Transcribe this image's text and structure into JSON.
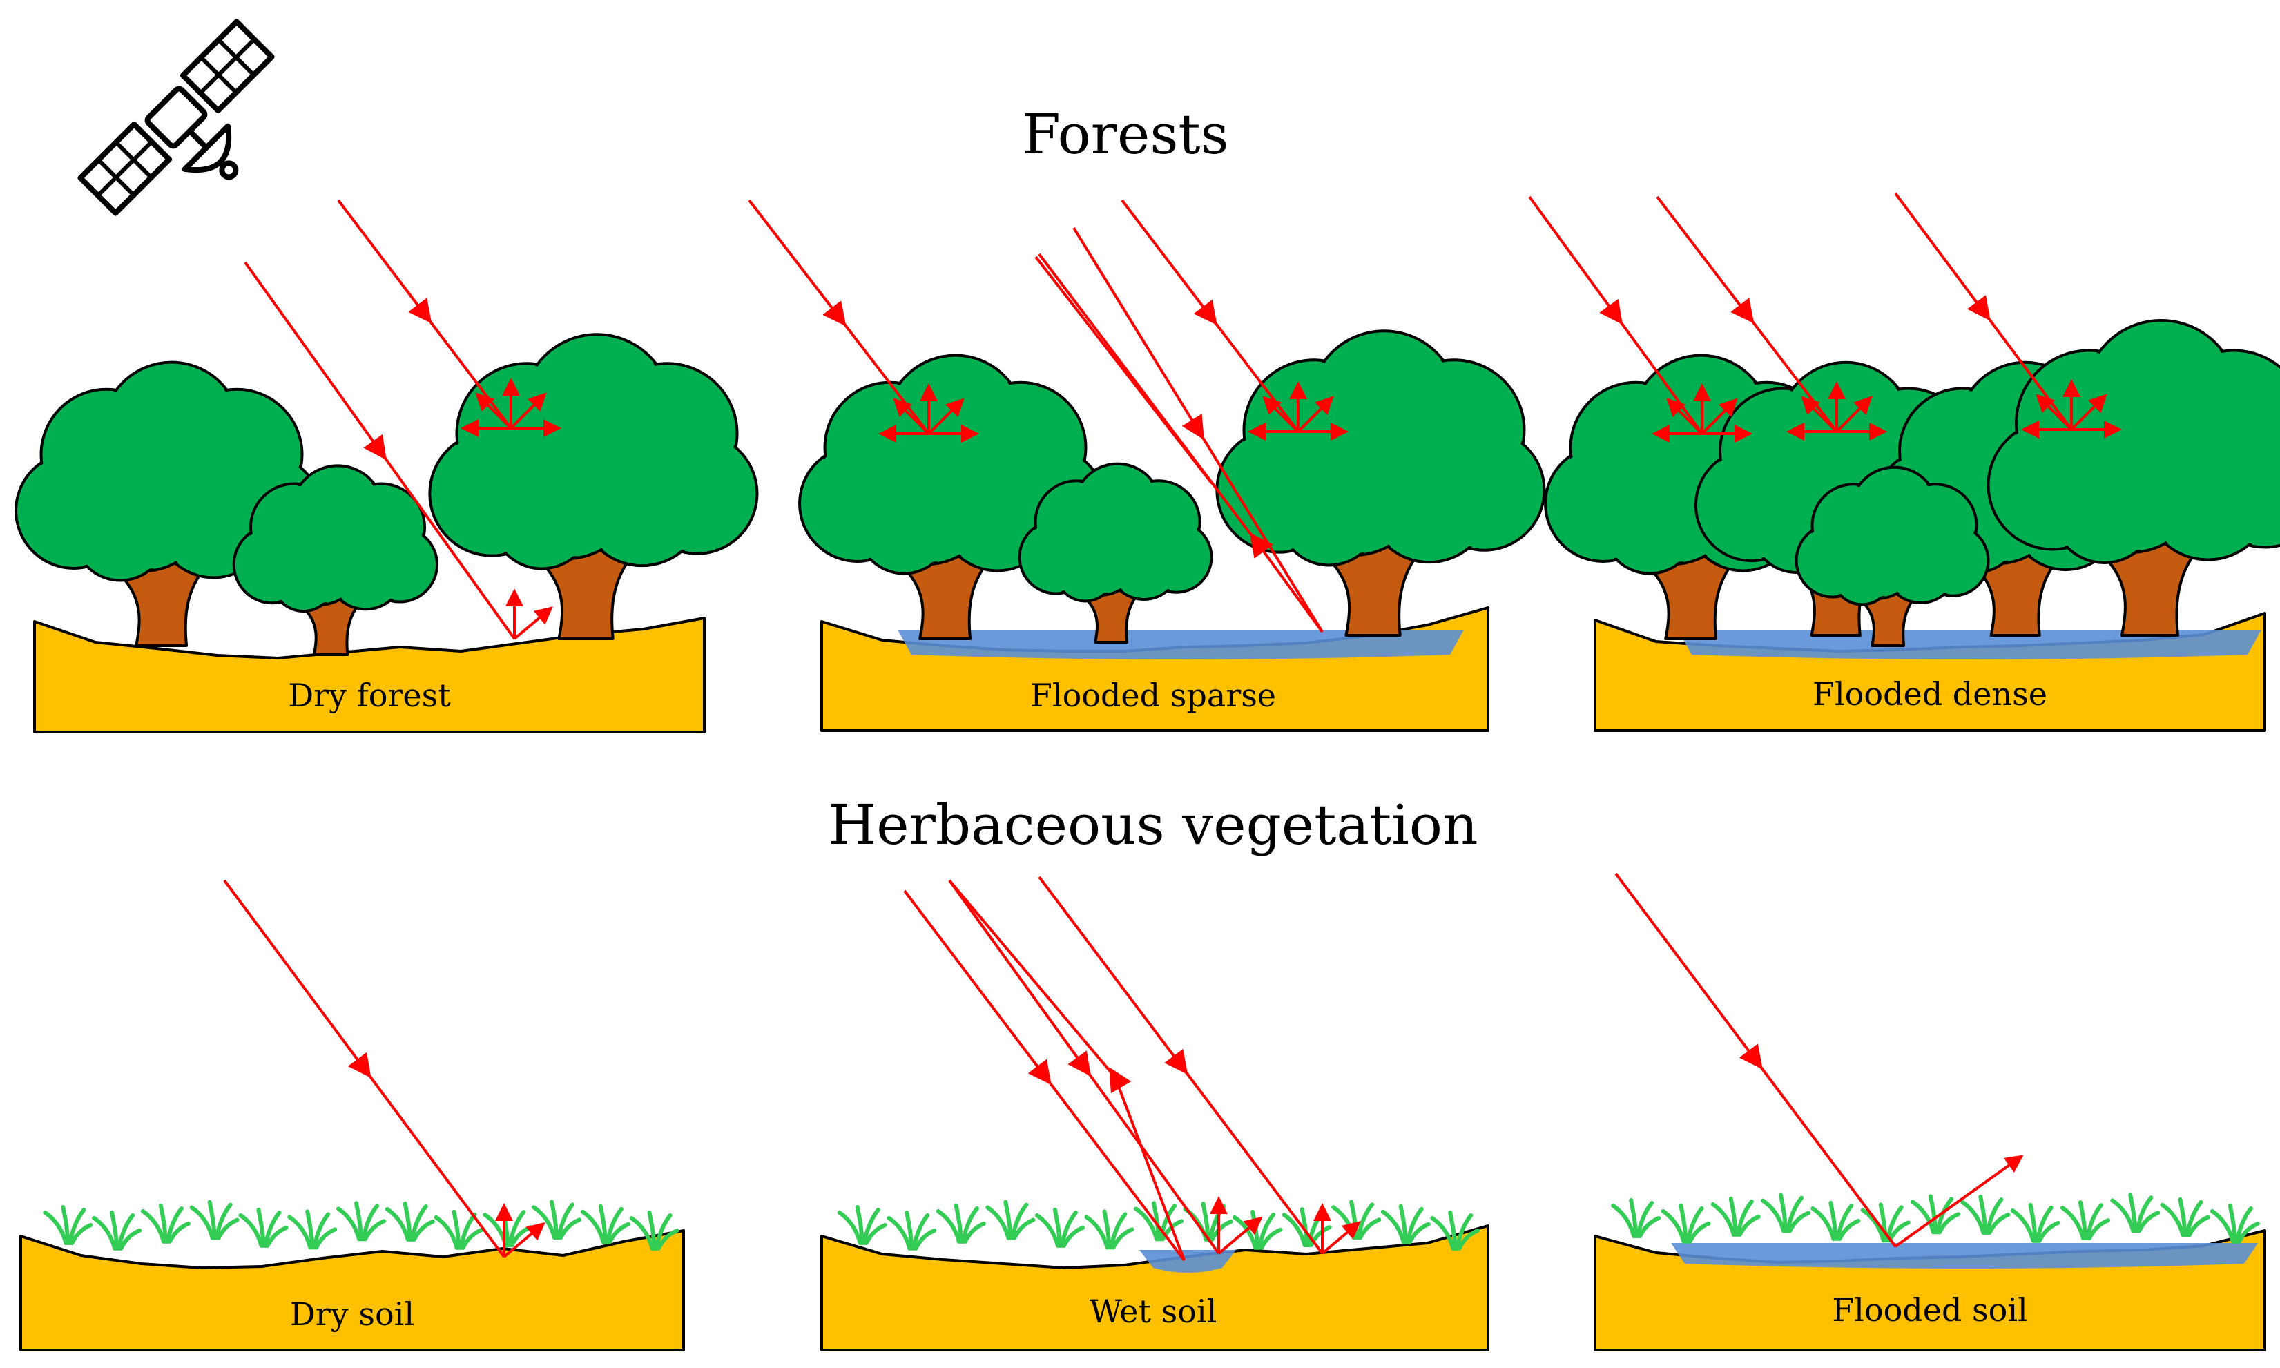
{
  "titles": {
    "forests": "Forests",
    "herbaceous": "Herbaceous vegetation"
  },
  "scenes": {
    "dry_forest": "Dry forest",
    "flooded_sparse": "Flooded sparse",
    "flooded_dense": "Flooded dense",
    "dry_soil": "Dry soil",
    "wet_soil": "Wet soil",
    "flooded_soil": "Flooded soil"
  },
  "icons": {
    "satellite": "satellite-icon"
  },
  "colors": {
    "soil": "#ffc000",
    "water": "#5b8fd6",
    "canopy": "#00b050",
    "trunk": "#c55a11",
    "grass": "#33cc55",
    "radar_beam": "#ff0000",
    "outline": "#000000"
  }
}
